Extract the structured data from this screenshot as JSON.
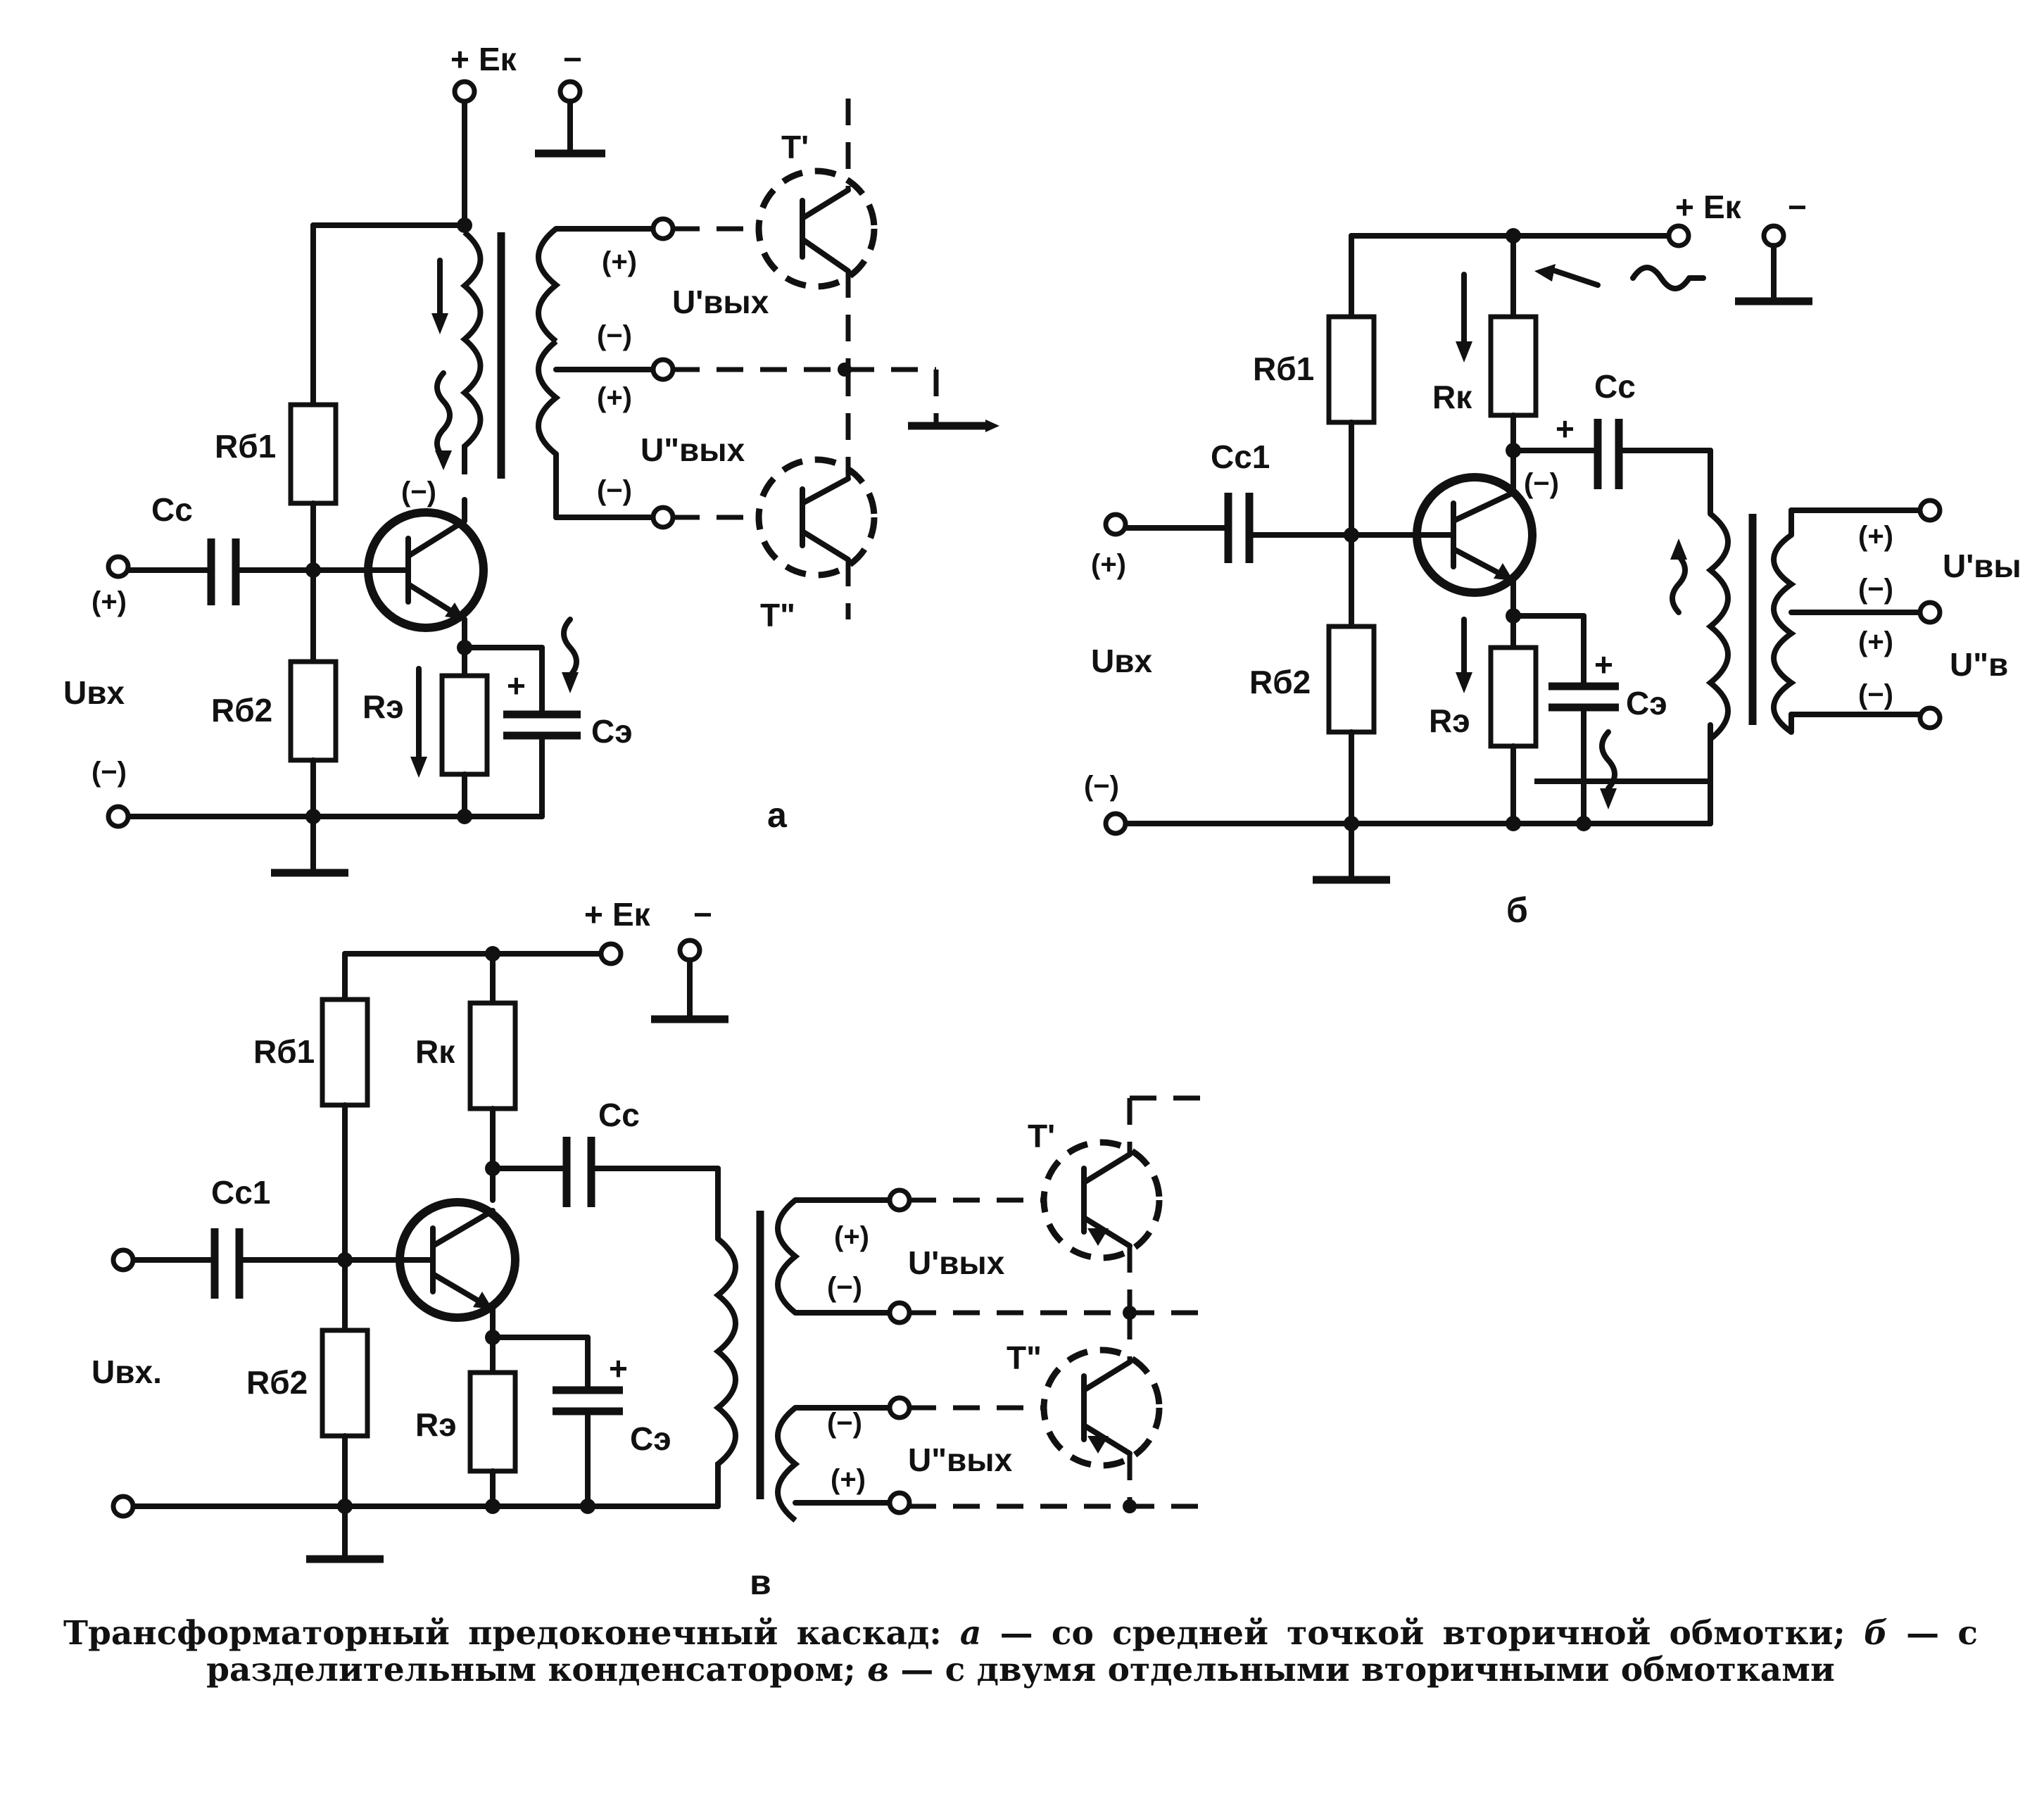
{
  "labels": {
    "supply_plus": "+",
    "supply_name": "Eк",
    "supply_minus": "−",
    "rb1": "Rб1",
    "rb2": "Rб2",
    "rk": "Rк",
    "re": "Rэ",
    "cc": "Cс",
    "cc1": "Cс1",
    "ce": "Cэ",
    "uin": "Uвх",
    "uin_dot": "Uвх.",
    "uout1": "U'вых",
    "uout2": "U\"вых",
    "uout1_b": "U'вы",
    "uout2_b": "U\"в",
    "t1": "T'",
    "t2": "T\"",
    "pos": "(+)",
    "neg": "(−)",
    "plus": "+"
  },
  "panels": {
    "a": "а",
    "b": "б",
    "c": "в"
  },
  "caption": {
    "text_1": "Трансформаторный предоконечный каскад: ",
    "a_mark": "а",
    "text_2": " — со средней точкой вторичной обмотки; ",
    "b_mark": "б",
    "text_3": " — с разделительным конденсатором; ",
    "c_mark": "в",
    "text_4": " — с двумя отдельными вторичными обмотками"
  }
}
